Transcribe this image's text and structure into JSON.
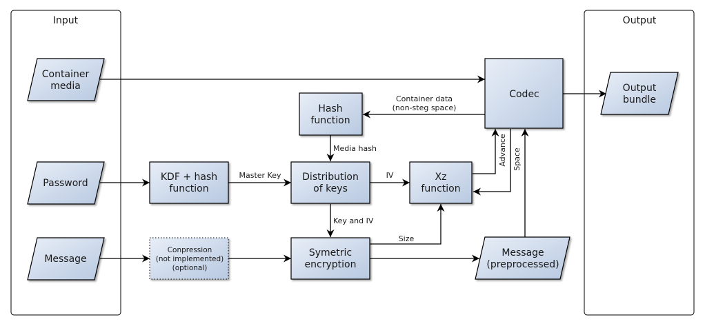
{
  "pools": {
    "input": "Input",
    "output": "Output"
  },
  "nodes": {
    "container_media": [
      "Container",
      "media"
    ],
    "password": [
      "Password"
    ],
    "message": [
      "Message"
    ],
    "kdf": [
      "KDF + hash",
      "function"
    ],
    "compression": [
      "Conpression",
      "(not implemented)",
      "(optional)"
    ],
    "hash": [
      "Hash",
      "function"
    ],
    "distribution": [
      "Distribution",
      "of keys"
    ],
    "symetric": [
      "Symetric",
      "encryption"
    ],
    "xz": [
      "Xz",
      "function"
    ],
    "codec": [
      "Codec"
    ],
    "message_pre": [
      "Message",
      "(preprocessed)"
    ],
    "output_bundle": [
      "Output",
      "bundle"
    ]
  },
  "edges": {
    "container_data": [
      "Container data",
      "(non-steg space)"
    ],
    "media_hash": "Media hash",
    "master_key": "Master Key",
    "iv": "IV",
    "key_and_iv": "Key and IV",
    "size": "Size",
    "advance": "Advance",
    "space": "Space"
  },
  "colors": {
    "fill_light": "#e6ecf5",
    "fill_dark": "#b9cae2",
    "stroke": "#000000"
  }
}
